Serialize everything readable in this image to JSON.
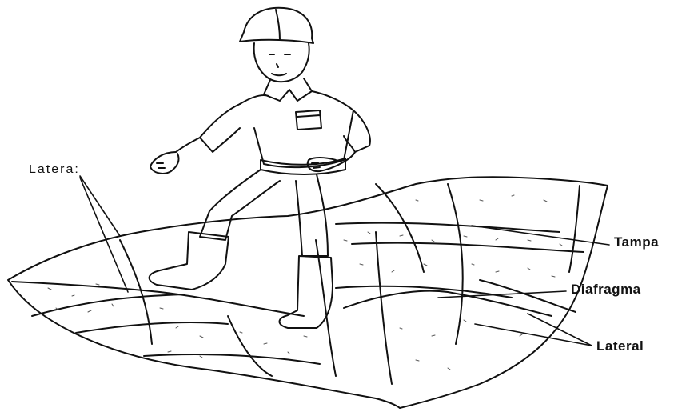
{
  "labels": {
    "left": "Latera:",
    "tampa": "Tampa",
    "diafragma": "Diafragma",
    "lateral": "Lateral"
  }
}
